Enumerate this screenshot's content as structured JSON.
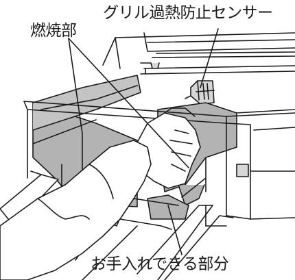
{
  "labels": {
    "burner": "燃焼部",
    "sensor": "グリル過熱防止センサー",
    "cleanable_area": "お手入れできる部分"
  },
  "colors": {
    "line": "#1a1a1a",
    "shade": "#b3b3b3",
    "light_shade": "#d6d6d6",
    "background": "#ffffff"
  }
}
